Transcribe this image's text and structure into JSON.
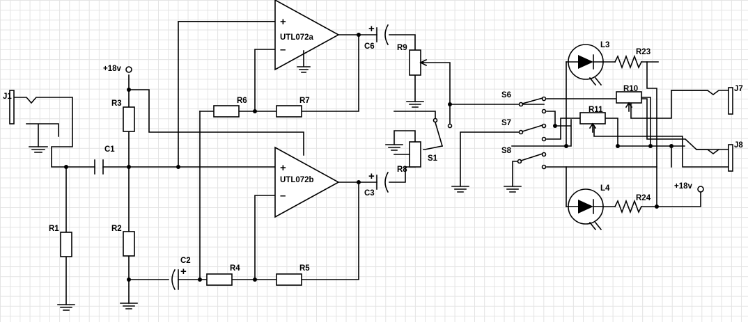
{
  "schematic": {
    "labels": {
      "J1": "J1",
      "J7": "J7",
      "J8": "J8",
      "R1": "R1",
      "R2": "R2",
      "R3": "R3",
      "R4": "R4",
      "R5": "R5",
      "R6": "R6",
      "R7": "R7",
      "R8": "R8",
      "R9": "R9",
      "R10": "R10",
      "R11": "R11",
      "R23": "R23",
      "R24": "R24",
      "C1": "C1",
      "C2": "C2",
      "C3": "C3",
      "C6": "C6",
      "U1A": "UTL072a",
      "U1B": "UTL072b",
      "S1": "S1",
      "S6": "S6",
      "S7": "S7",
      "S8": "S8",
      "L3": "L3",
      "L4": "L4"
    },
    "supply": {
      "left": "+18v",
      "right": "+18v"
    },
    "signs": {
      "plus": "+",
      "minus": "–"
    }
  }
}
